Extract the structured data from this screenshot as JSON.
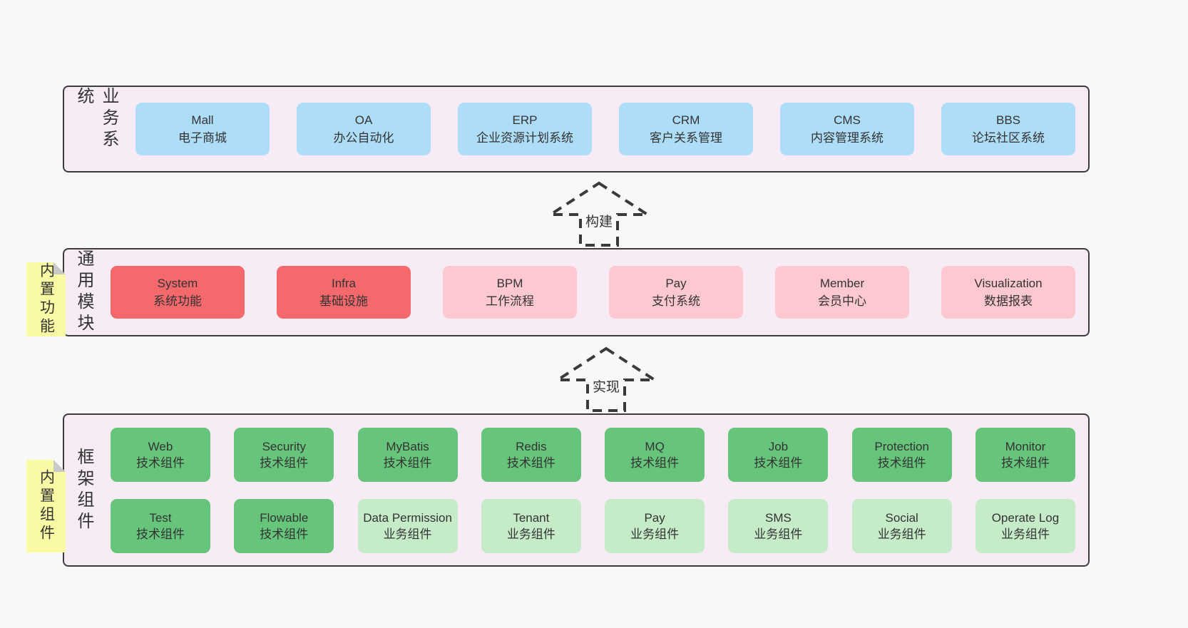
{
  "colors": {
    "page_background": "#f8f8f8",
    "layer_background": "#f7ecf5",
    "layer_border": "#3c3c3c",
    "blue_box": "#aedef7",
    "red_box": "#f5696d",
    "pink_box": "#fec8d0",
    "green_box": "#66c57b",
    "light_green_box": "#c6ebc9",
    "note_yellow": "#fafaa4",
    "note_fold_gray": "#c9c9c9",
    "text": "#333333"
  },
  "arrows": [
    {
      "label": "构建"
    },
    {
      "label": "实现"
    }
  ],
  "layers": [
    {
      "label": "业务系统",
      "boxes": [
        {
          "title": "Mall",
          "subtitle": "电子商城"
        },
        {
          "title": "OA",
          "subtitle": "办公自动化"
        },
        {
          "title": "ERP",
          "subtitle": "企业资源计划系统"
        },
        {
          "title": "CRM",
          "subtitle": "客户关系管理"
        },
        {
          "title": "CMS",
          "subtitle": "内容管理系统"
        },
        {
          "title": "BBS",
          "subtitle": "论坛社区系统"
        }
      ]
    },
    {
      "label": "通用模块",
      "note": "内置功能",
      "boxes": [
        {
          "title": "System",
          "subtitle": "系统功能"
        },
        {
          "title": "Infra",
          "subtitle": "基础设施"
        },
        {
          "title": "BPM",
          "subtitle": "工作流程"
        },
        {
          "title": "Pay",
          "subtitle": "支付系统"
        },
        {
          "title": "Member",
          "subtitle": "会员中心"
        },
        {
          "title": "Visualization",
          "subtitle": "数据报表"
        }
      ]
    },
    {
      "label": "框架组件",
      "note": "内置组件",
      "rows": [
        [
          {
            "title": "Web",
            "subtitle": "技术组件"
          },
          {
            "title": "Security",
            "subtitle": "技术组件"
          },
          {
            "title": "MyBatis",
            "subtitle": "技术组件"
          },
          {
            "title": "Redis",
            "subtitle": "技术组件"
          },
          {
            "title": "MQ",
            "subtitle": "技术组件"
          },
          {
            "title": "Job",
            "subtitle": "技术组件"
          },
          {
            "title": "Protection",
            "subtitle": "技术组件"
          },
          {
            "title": "Monitor",
            "subtitle": "技术组件"
          }
        ],
        [
          {
            "title": "Test",
            "subtitle": "技术组件"
          },
          {
            "title": "Flowable",
            "subtitle": "技术组件"
          },
          {
            "title": "Data Permission",
            "subtitle": "业务组件"
          },
          {
            "title": "Tenant",
            "subtitle": "业务组件"
          },
          {
            "title": "Pay",
            "subtitle": "业务组件"
          },
          {
            "title": "SMS",
            "subtitle": "业务组件"
          },
          {
            "title": "Social",
            "subtitle": "业务组件"
          },
          {
            "title": "Operate Log",
            "subtitle": "业务组件"
          }
        ]
      ]
    }
  ]
}
